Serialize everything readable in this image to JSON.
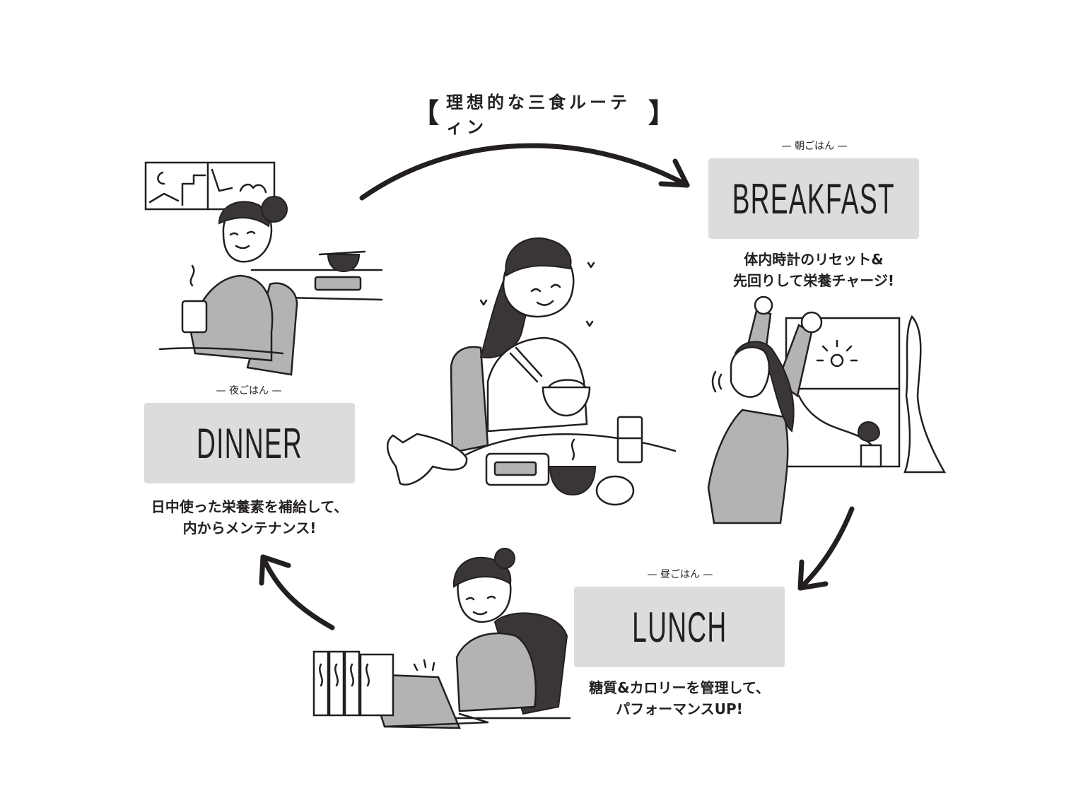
{
  "title": "理想的な三食ルーティン",
  "title_brackets": {
    "left": "【",
    "right": "】"
  },
  "meals": {
    "breakfast": {
      "sub": "— 朝ごはん —",
      "label": "BREAKFAST",
      "desc_line1": "体内時計のリセット&",
      "desc_line2": "先回りして栄養チャージ!"
    },
    "lunch": {
      "sub": "— 昼ごはん —",
      "label": "LUNCH",
      "desc_line1": "糖質&カロリーを管理して、",
      "desc_line2": "パフォーマンスUP!"
    },
    "dinner": {
      "sub": "— 夜ごはん —",
      "label": "DINNER",
      "desc_line1": "日中使った栄養素を補給して、",
      "desc_line2": "内からメンテナンス!"
    }
  },
  "colors": {
    "ink": "#231f20",
    "label_bg": "#dcdcdc",
    "shade": "#b3b3b3"
  }
}
